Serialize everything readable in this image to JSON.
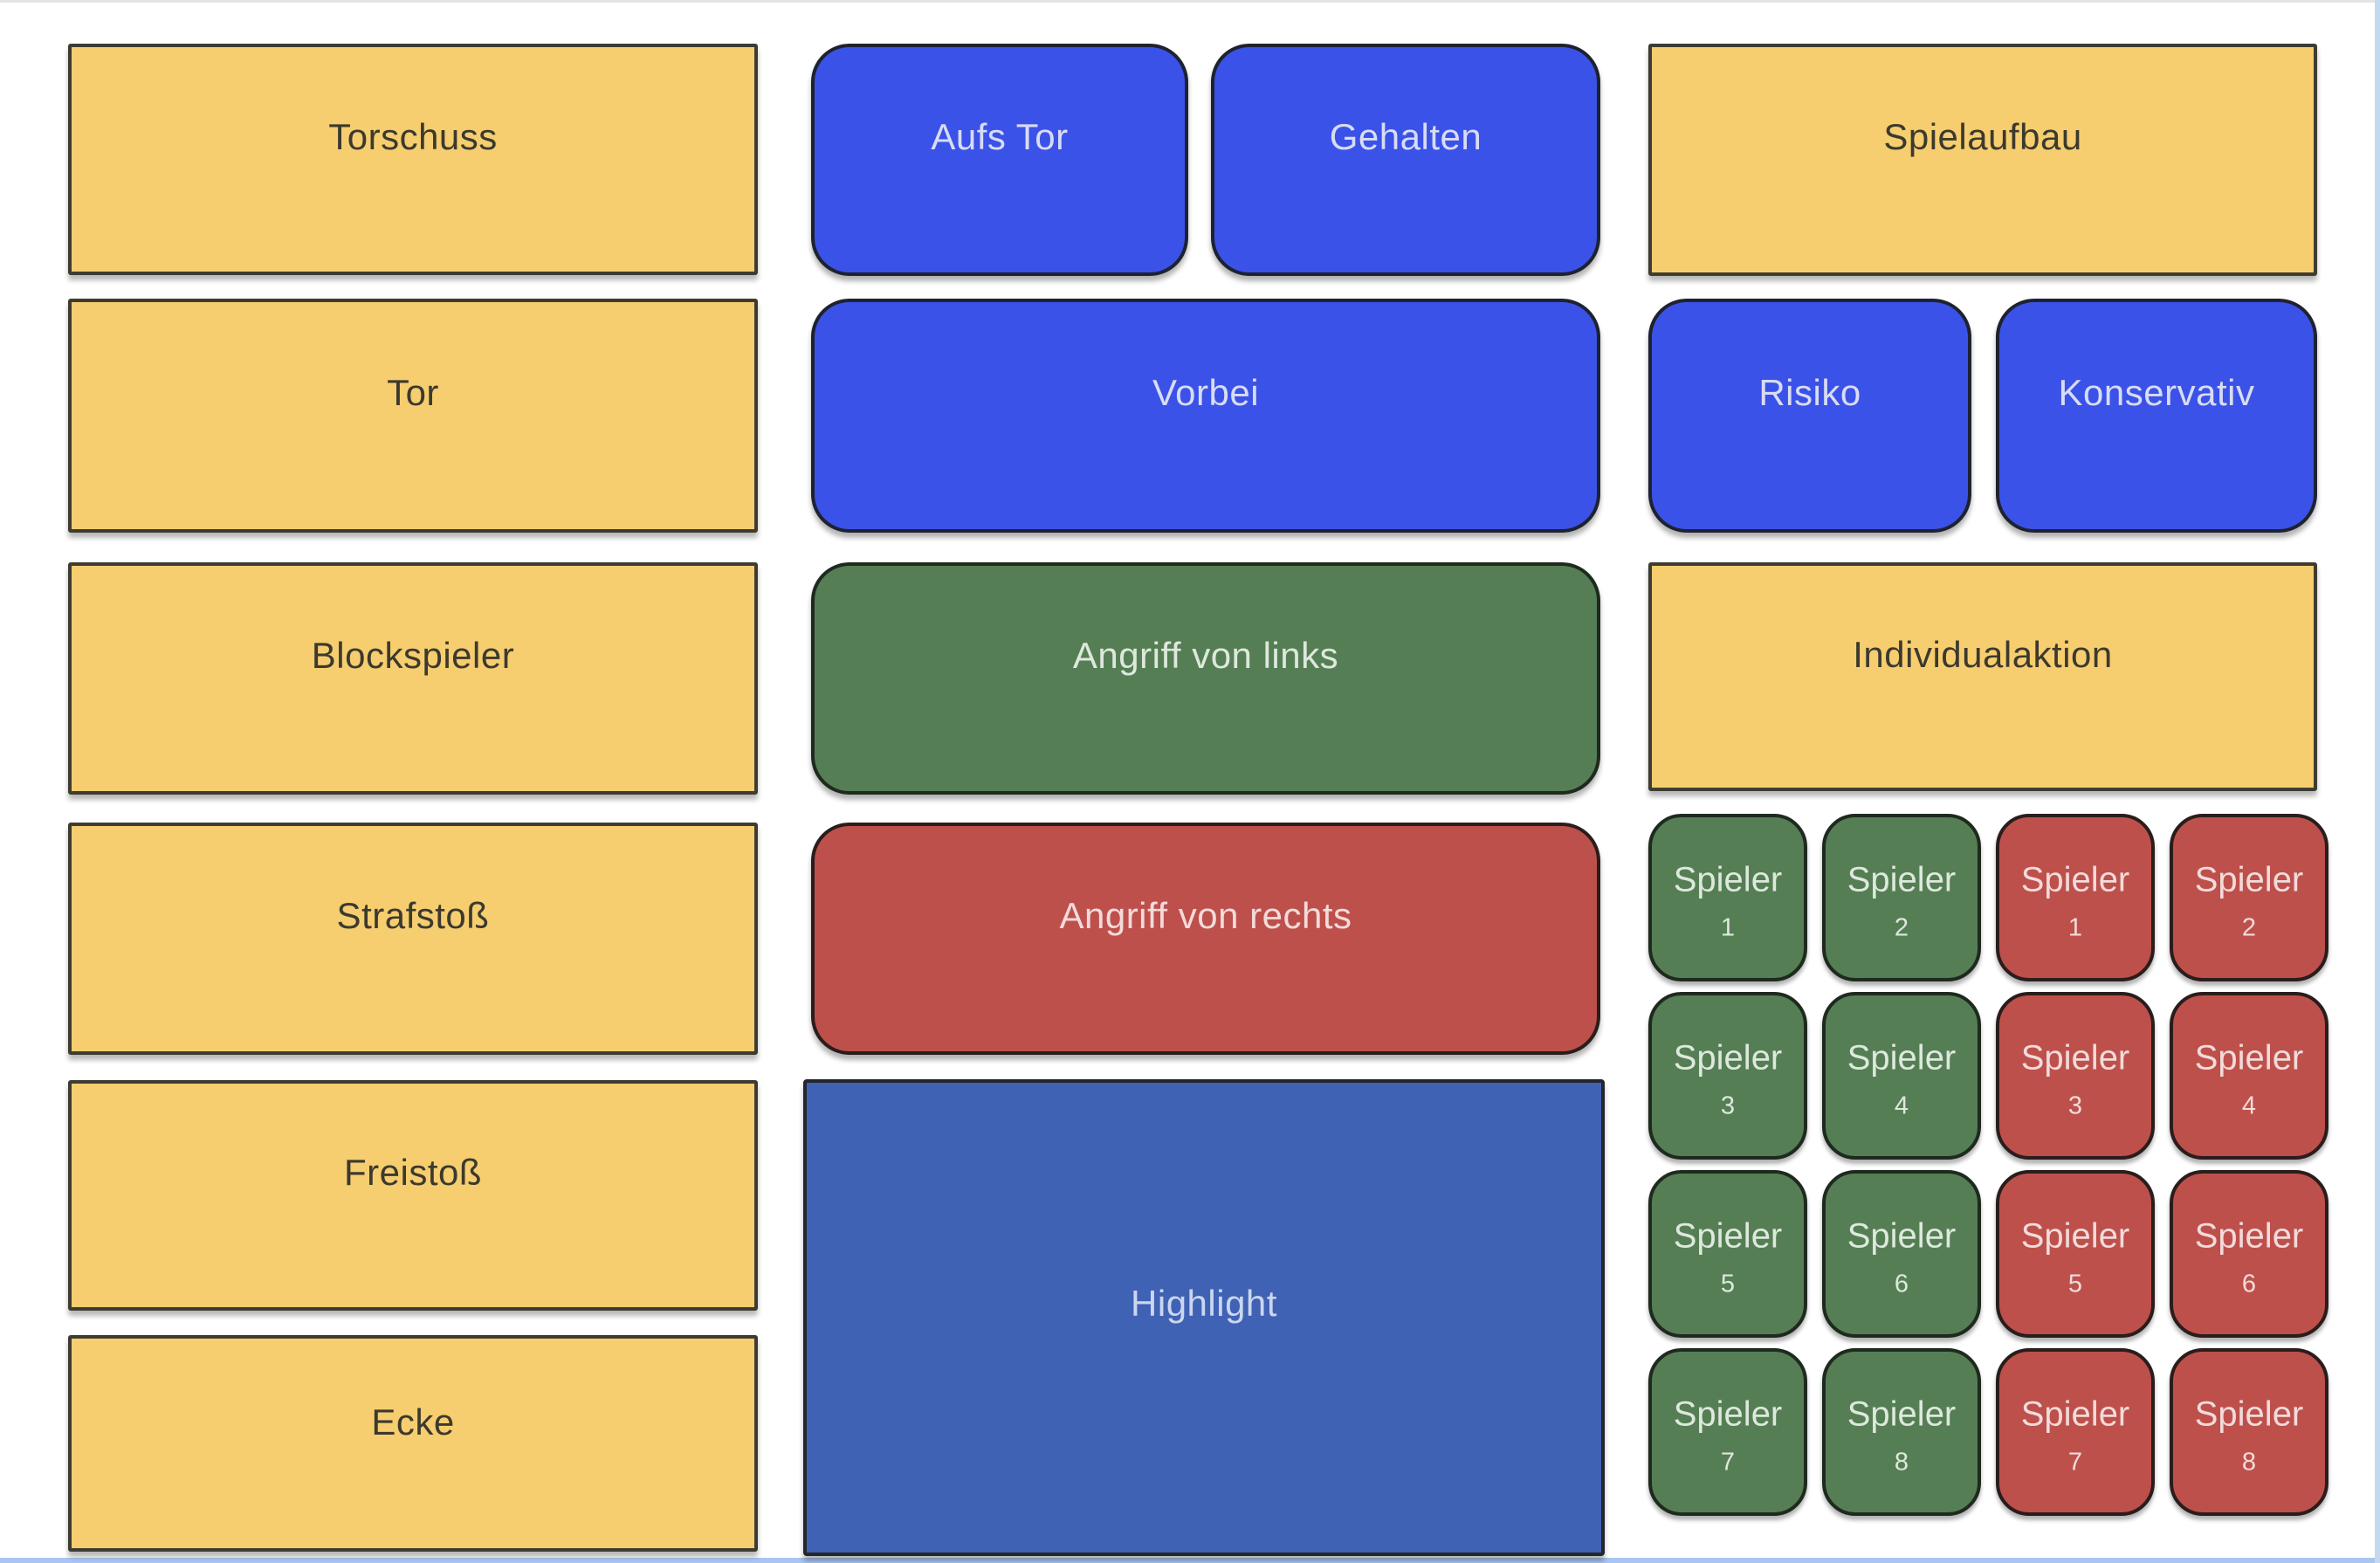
{
  "colors": {
    "background": "#FFFFFF",
    "yellow_fill": "#F6CE6F",
    "yellow_border": "#3E3C31",
    "yellow_text": "#3C392E",
    "blue_fill": "#3B52E8",
    "blue_border": "#1E2230",
    "blue_text": "#D8DCF4",
    "green_fill": "#567E55",
    "green_border": "#1F2A1F",
    "green_text": "#DDE9DC",
    "red_fill": "#BE504C",
    "red_border": "#2A1D1C",
    "red_text": "#F2DBDA",
    "highlight_fill": "#4062B4",
    "highlight_border": "#23262B",
    "highlight_text": "#CBD6EF",
    "top_edge_line": "#E4E4E4",
    "bottom_edge_line": "#A9C6F0",
    "right_edge_line": "#C5D8F2"
  },
  "left_column": {
    "items": [
      {
        "label": "Torschuss"
      },
      {
        "label": "Tor"
      },
      {
        "label": "Blockspieler"
      },
      {
        "label": "Strafstoß"
      },
      {
        "label": "Freistoß"
      },
      {
        "label": "Ecke"
      }
    ]
  },
  "middle_column": {
    "aufs_tor": {
      "label": "Aufs Tor"
    },
    "gehalten": {
      "label": "Gehalten"
    },
    "vorbei": {
      "label": "Vorbei"
    },
    "angriff_links": {
      "label": "Angriff von links"
    },
    "angriff_rechts": {
      "label": "Angriff von rechts"
    },
    "highlight": {
      "label": "Highlight"
    }
  },
  "right_column": {
    "spielaufbau": {
      "label": "Spielaufbau"
    },
    "risiko": {
      "label": "Risiko"
    },
    "konservativ": {
      "label": "Konservativ"
    },
    "individualaktion": {
      "label": "Individualaktion"
    },
    "players": [
      {
        "label": "Spieler",
        "number": "1",
        "team": "green"
      },
      {
        "label": "Spieler",
        "number": "2",
        "team": "green"
      },
      {
        "label": "Spieler",
        "number": "1",
        "team": "red"
      },
      {
        "label": "Spieler",
        "number": "2",
        "team": "red"
      },
      {
        "label": "Spieler",
        "number": "3",
        "team": "green"
      },
      {
        "label": "Spieler",
        "number": "4",
        "team": "green"
      },
      {
        "label": "Spieler",
        "number": "3",
        "team": "red"
      },
      {
        "label": "Spieler",
        "number": "4",
        "team": "red"
      },
      {
        "label": "Spieler",
        "number": "5",
        "team": "green"
      },
      {
        "label": "Spieler",
        "number": "6",
        "team": "green"
      },
      {
        "label": "Spieler",
        "number": "5",
        "team": "red"
      },
      {
        "label": "Spieler",
        "number": "6",
        "team": "red"
      },
      {
        "label": "Spieler",
        "number": "7",
        "team": "green"
      },
      {
        "label": "Spieler",
        "number": "8",
        "team": "green"
      },
      {
        "label": "Spieler",
        "number": "7",
        "team": "red"
      },
      {
        "label": "Spieler",
        "number": "8",
        "team": "red"
      }
    ]
  }
}
